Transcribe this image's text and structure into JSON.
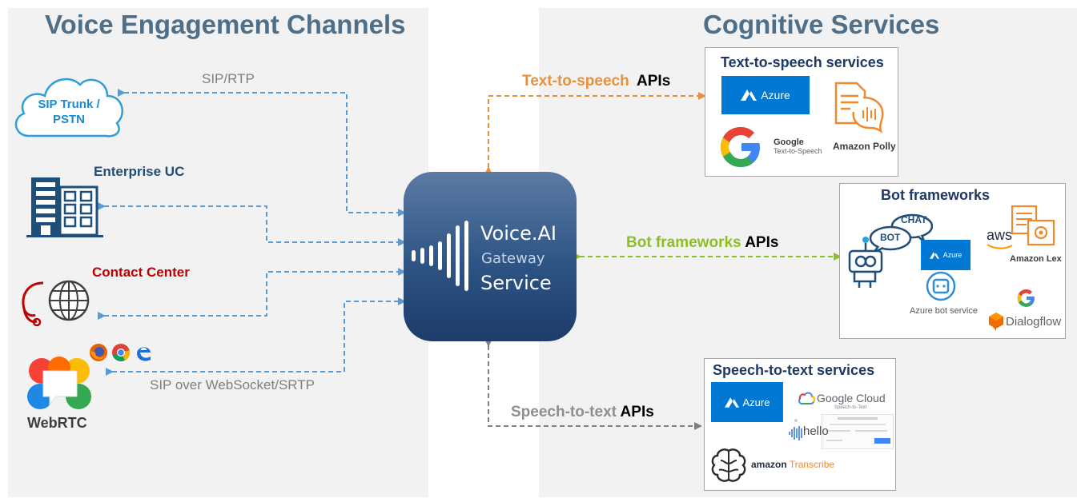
{
  "left_panel": {
    "title": "Voice Engagement Channels"
  },
  "right_panel": {
    "title": "Cognitive Services"
  },
  "channels": {
    "sip_trunk": {
      "line1": "SIP Trunk /",
      "line2": "PSTN",
      "link_label": "SIP/RTP"
    },
    "enterprise": {
      "label": "Enterprise UC"
    },
    "contact_center": {
      "label": "Contact Center"
    },
    "webrtc": {
      "label": "WebRTC",
      "link_label": "SIP over WebSocket/SRTP"
    }
  },
  "gateway": {
    "line1": "Voice.AI",
    "line2": "Gateway",
    "line3": "Service"
  },
  "apis": {
    "tts": {
      "name": "Text-to-speech",
      "suffix": "APIs"
    },
    "bot": {
      "name": "Bot frameworks",
      "suffix": "APIs"
    },
    "stt": {
      "name": "Speech-to-text",
      "suffix": "APIs"
    }
  },
  "tts_card": {
    "title": "Text-to-speech services",
    "azure": "Azure",
    "google_line1": "Google",
    "google_line2": "Text-to-Speech",
    "amazon": "Amazon Polly"
  },
  "bot_card": {
    "title": "Bot frameworks",
    "chat": "CHAT",
    "bot": "BOT",
    "azure": "Azure",
    "azure_bot": "Azure bot service",
    "aws": "aws",
    "lex": "Amazon Lex",
    "dialogflow": "Dialogflow"
  },
  "stt_card": {
    "title": "Speech-to-text services",
    "azure": "Azure",
    "google_cloud": "Google Cloud",
    "google_sub": "Speech-to-Text",
    "hello": "hello",
    "amazon": "amazon",
    "transcribe": "Transcribe"
  },
  "colors": {
    "panel_bg": "#f2f2f2",
    "title": "#4d6f8a",
    "blue_link": "#5b9bd5",
    "tts_orange": "#e8913a",
    "bot_green": "#8cbf26",
    "stt_gray": "#808080",
    "azure": "#0078d4",
    "contact_red": "#c00000",
    "enterprise_blue": "#1f4e79"
  }
}
